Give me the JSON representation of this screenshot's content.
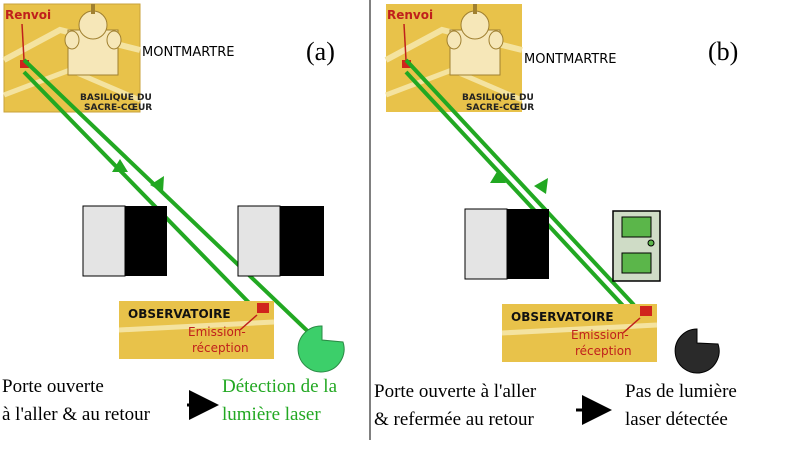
{
  "panels": [
    {
      "id": "a",
      "tag": "(a)",
      "place_label": "MONTMARTRE",
      "map_renvoi": "Renvoi",
      "map_basilica_line1": "BASILIQUE DU",
      "map_basilica_line2": "SACRE-CŒUR",
      "obs_title": "OBSERVATOIRE",
      "obs_label_line1": "Emission-",
      "obs_label_line2": "réception",
      "caption_left_line1": "Porte ouverte",
      "caption_left_line2": "à l'aller & au retour",
      "caption_right_line1": "Détection de la",
      "caption_right_line2": "lumière laser",
      "caption_right_color": "#22a822",
      "detector_color": "#3ccf6a"
    },
    {
      "id": "b",
      "tag": "(b)",
      "place_label": "MONTMARTRE",
      "map_renvoi": "Renvoi",
      "map_basilica_line1": "BASILIQUE DU",
      "map_basilica_line2": "SACRE-CŒUR",
      "obs_title": "OBSERVATOIRE",
      "obs_label_line1": "Emission-",
      "obs_label_line2": "réception",
      "caption_left_line1": "Porte ouverte à l'aller",
      "caption_left_line2": "& refermée au retour",
      "caption_right_line1": "Pas de lumière",
      "caption_right_line2": "laser détectée",
      "caption_right_color": "#000000",
      "detector_color": "#2a2a2a"
    }
  ],
  "colors": {
    "laser": "#22a822",
    "map": "#e8c24a",
    "window_light": "#e4e4e4",
    "window_dark": "#000000",
    "moon": "#f2e020",
    "door": "#cfdcc6",
    "door_panel": "#5bb64a",
    "divider": "#000000"
  }
}
